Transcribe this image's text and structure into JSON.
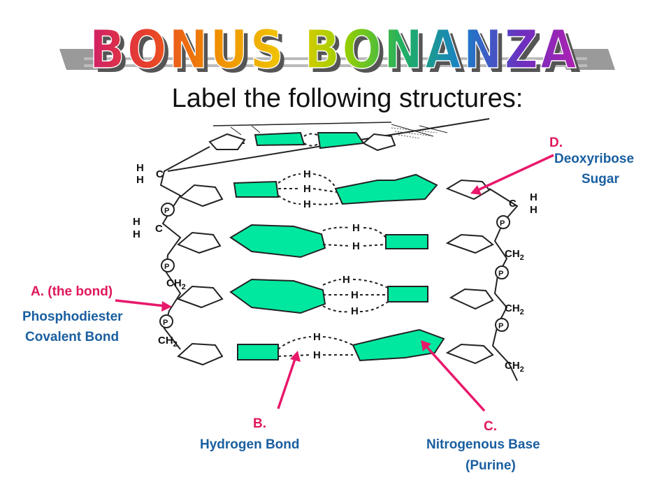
{
  "title": "BONUS BONANZA",
  "subtitle": "Label the following structures:",
  "labels": {
    "a_letter": "A. (the bond)",
    "a_answer_line1": "Phosphodiester",
    "a_answer_line2": "Covalent Bond",
    "b_letter": "B.",
    "b_answer": "Hydrogen Bond",
    "c_letter": "C.",
    "c_answer_line1": "Nitrogenous Base",
    "c_answer_line2": "(Purine)",
    "d_letter": "D.",
    "d_answer_line1": "Deoxyribose",
    "d_answer_line2": "Sugar"
  },
  "diagram_text": {
    "h": "H",
    "c": "C",
    "p": "P",
    "ch2": "CH2"
  },
  "colors": {
    "base_fill": "#00e8a0",
    "label_letter": "#e0185a",
    "label_answer": "#1a5fa0",
    "arrow": "#e8186a",
    "title_gradient": [
      "#d0206a",
      "#e8402a",
      "#f08a00",
      "#f0c800",
      "#9ad000",
      "#20b060",
      "#1880c8",
      "#6a30c0",
      "#b020b0"
    ]
  }
}
